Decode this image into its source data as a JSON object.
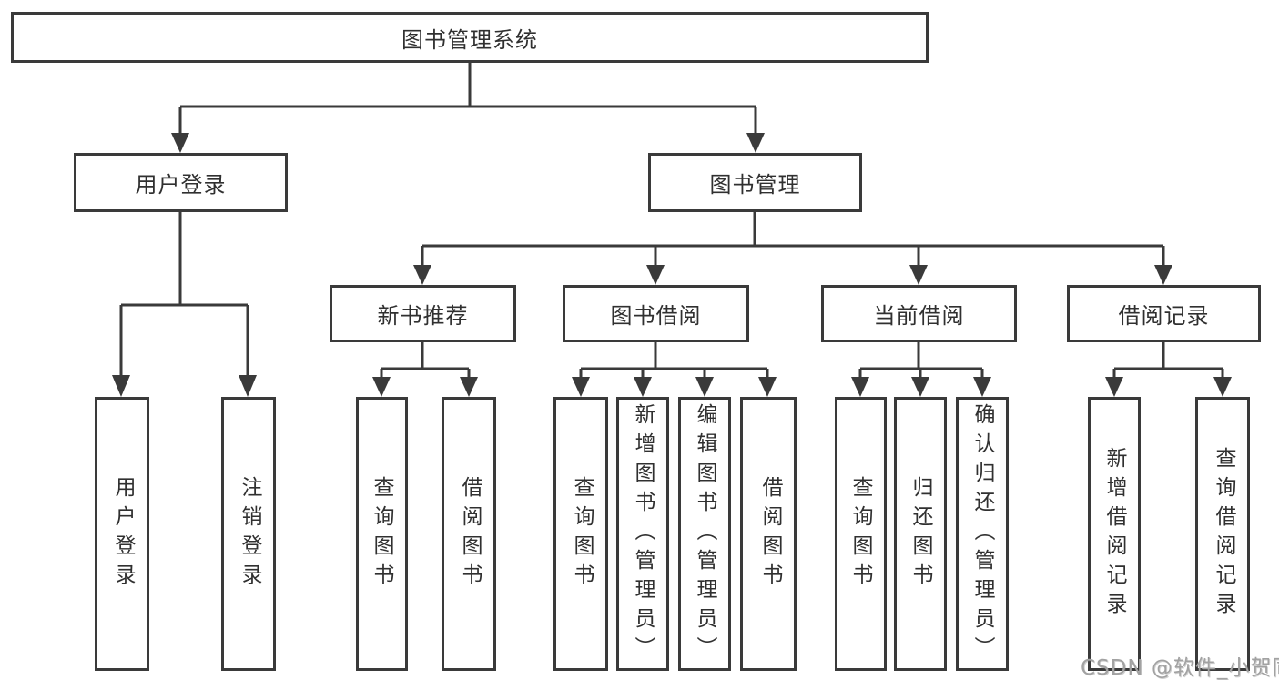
{
  "root": {
    "label": "图书管理系统"
  },
  "login": {
    "label": "用户登录",
    "children": [
      {
        "label": "用户登录"
      },
      {
        "label": "注销登录"
      }
    ]
  },
  "management": {
    "label": "图书管理",
    "sections": [
      {
        "label": "新书推荐",
        "children": [
          {
            "label": "查询图书"
          },
          {
            "label": "借阅图书"
          }
        ]
      },
      {
        "label": "图书借阅",
        "children": [
          {
            "label": "查询图书"
          },
          {
            "label": "新增图书（管理员）"
          },
          {
            "label": "编辑图书（管理员）"
          },
          {
            "label": "借阅图书"
          }
        ]
      },
      {
        "label": "当前借阅",
        "children": [
          {
            "label": "查询图书"
          },
          {
            "label": "归还图书"
          },
          {
            "label": "确认归还（管理员）"
          }
        ]
      },
      {
        "label": "借阅记录",
        "children": [
          {
            "label": "新增借阅记录"
          },
          {
            "label": "查询借阅记录"
          }
        ]
      }
    ]
  },
  "watermark": {
    "text": "CSDN @软件_小贺同学"
  },
  "colors": {
    "line": "#3a3a3a",
    "box_border": "#3a3a3a",
    "text": "#303030",
    "watermark": "#a2a2a2",
    "background": "#ffffff"
  }
}
